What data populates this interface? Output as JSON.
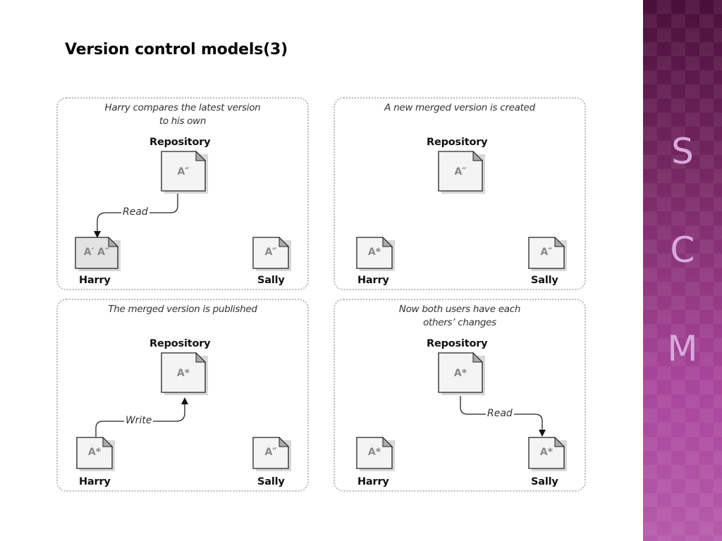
{
  "slide": {
    "title": "Version control models(3)"
  },
  "panels": [
    {
      "caption_lines": [
        "Harry compares the latest version",
        "to his own"
      ],
      "repository_label": "Repository",
      "repository_doc": "A″",
      "harry_label": "Harry",
      "harry_doc": "A′ A″",
      "sally_label": "Sally",
      "sally_doc": "A″",
      "edge_label": "Read"
    },
    {
      "caption_lines": [
        "A new merged version is created"
      ],
      "repository_label": "Repository",
      "repository_doc": "A″",
      "harry_label": "Harry",
      "harry_doc": "A*",
      "sally_label": "Sally",
      "sally_doc": "A″"
    },
    {
      "caption_lines": [
        "The merged version is published"
      ],
      "repository_label": "Repository",
      "repository_doc": "A*",
      "harry_label": "Harry",
      "harry_doc": "A*",
      "sally_label": "Sally",
      "sally_doc": "A″",
      "edge_label": "Write"
    },
    {
      "caption_lines": [
        "Now both users have each",
        "others’ changes"
      ],
      "repository_label": "Repository",
      "repository_doc": "A*",
      "harry_label": "Harry",
      "harry_doc": "A*",
      "sally_label": "Sally",
      "sally_doc": "A*",
      "edge_label": "Read"
    }
  ],
  "sidebar": {
    "letters": [
      "S",
      "C",
      "M"
    ]
  },
  "colors": {
    "sidebar_top": "#4a0f3a",
    "sidebar_bottom": "#b65bab",
    "letter": "#d7a9dd",
    "panel_border": "#b9b9b9"
  },
  "icons": [
    "document-icon",
    "arrow-icon"
  ]
}
